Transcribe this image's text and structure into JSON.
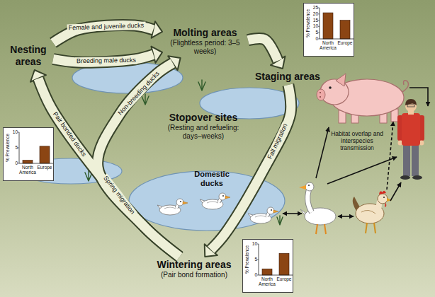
{
  "diagram": {
    "nodes": [
      {
        "text": [
          "Nesting areas"
        ]
      },
      {
        "text": [
          "Molting areas",
          "(Flightless period: 3–5 weeks)"
        ]
      },
      {
        "text": [
          "Staging areas"
        ]
      },
      {
        "text": [
          "% Prevalence",
          "0",
          "5",
          "10",
          "15",
          "20",
          "25",
          "North America",
          "Europe"
        ]
      },
      {
        "text": [
          "Stopover sites",
          "(Resting and refueling: days–weeks)"
        ]
      },
      {
        "text": [
          "% Prevalence",
          "0",
          "5",
          "10",
          "North America",
          "Europe"
        ]
      },
      {
        "text": [
          "Domestic ducks"
        ]
      },
      {
        "text": [
          "% Prevalence",
          "0",
          "5",
          "10",
          "North America",
          "Europe"
        ]
      },
      {
        "text": [
          "Wintering areas",
          "(Pair bond formation)"
        ]
      }
    ],
    "edges": [
      {
        "from": 0,
        "to": 1,
        "label": "Female and juvenile ducks",
        "arrow": "to"
      },
      {
        "from": 0,
        "to": 1,
        "label": "Breeding male ducks",
        "arrow": "to"
      },
      {
        "from": 8,
        "to": 1,
        "label": "Non-breeding ducks",
        "arrow": "to"
      },
      {
        "from": 8,
        "to": 0,
        "label": "Pair bonded ducks",
        "arrow": "to"
      },
      {
        "from": 1,
        "to": 2,
        "arrow": "to"
      },
      {
        "from": 2,
        "to": 8,
        "label": "Fall migration",
        "arrow": "to"
      }
    ],
    "labels": [
      "Spring migration",
      "Habitat overlap and interspecies transmission"
    ]
  }
}
